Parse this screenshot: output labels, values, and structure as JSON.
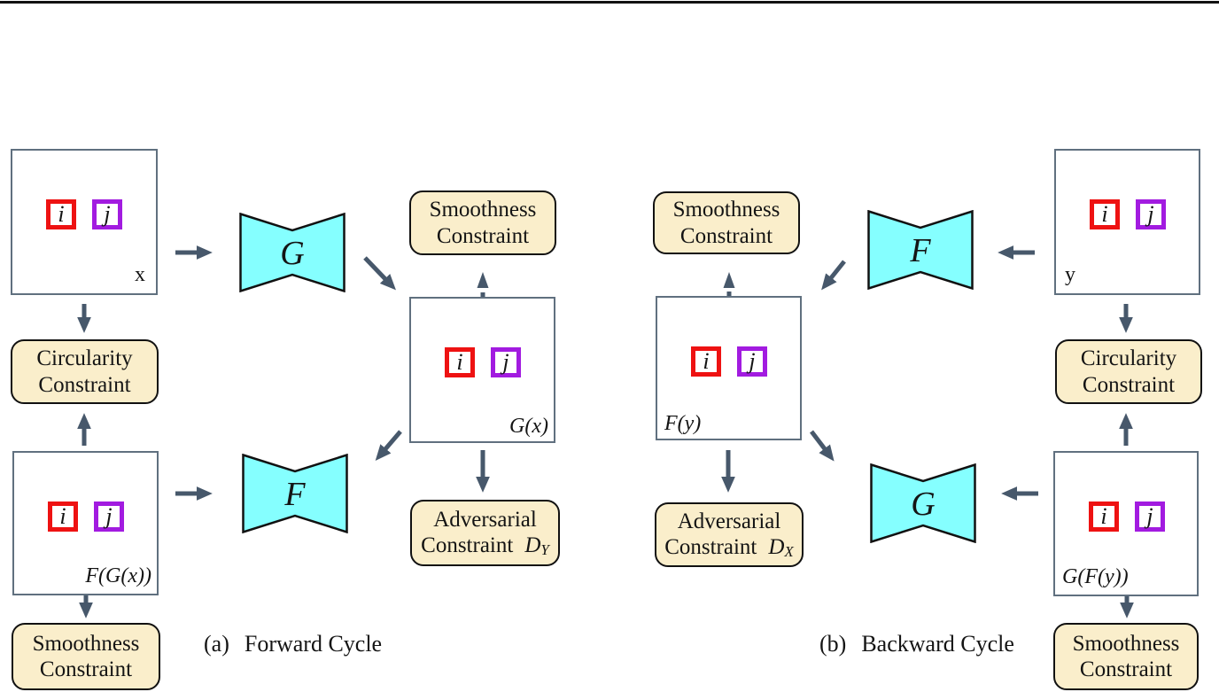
{
  "colors": {
    "cream": "#faeecb",
    "cyan": "#85ffff",
    "slate": "#47586b",
    "boxborder": "#60707f",
    "red": "#ee1212",
    "purple": "#a21be0"
  },
  "patches": {
    "i": "i",
    "j": "j"
  },
  "labels": {
    "smoothness_line1": "Smoothness",
    "smoothness_line2": "Constraint",
    "circularity_line1": "Circularity",
    "circularity_line2": "Constraint",
    "adversarial_line1": "Adversarial",
    "adversarial_line2": "Constraint",
    "d_symbol": "D",
    "d_sub_y": "Y",
    "d_sub_x": "X"
  },
  "forward": {
    "caption_index": "(a)",
    "caption_text": "Forward Cycle",
    "input_label": "x",
    "generator_first": "G",
    "generator_second": "F",
    "translated_label": "G(x)",
    "reconstructed_label": "F(G(x))"
  },
  "backward": {
    "caption_index": "(b)",
    "caption_text": "Backward Cycle",
    "input_label": "y",
    "generator_first": "F",
    "generator_second": "G",
    "translated_label": "F(y)",
    "reconstructed_label": "G(F(y))"
  }
}
